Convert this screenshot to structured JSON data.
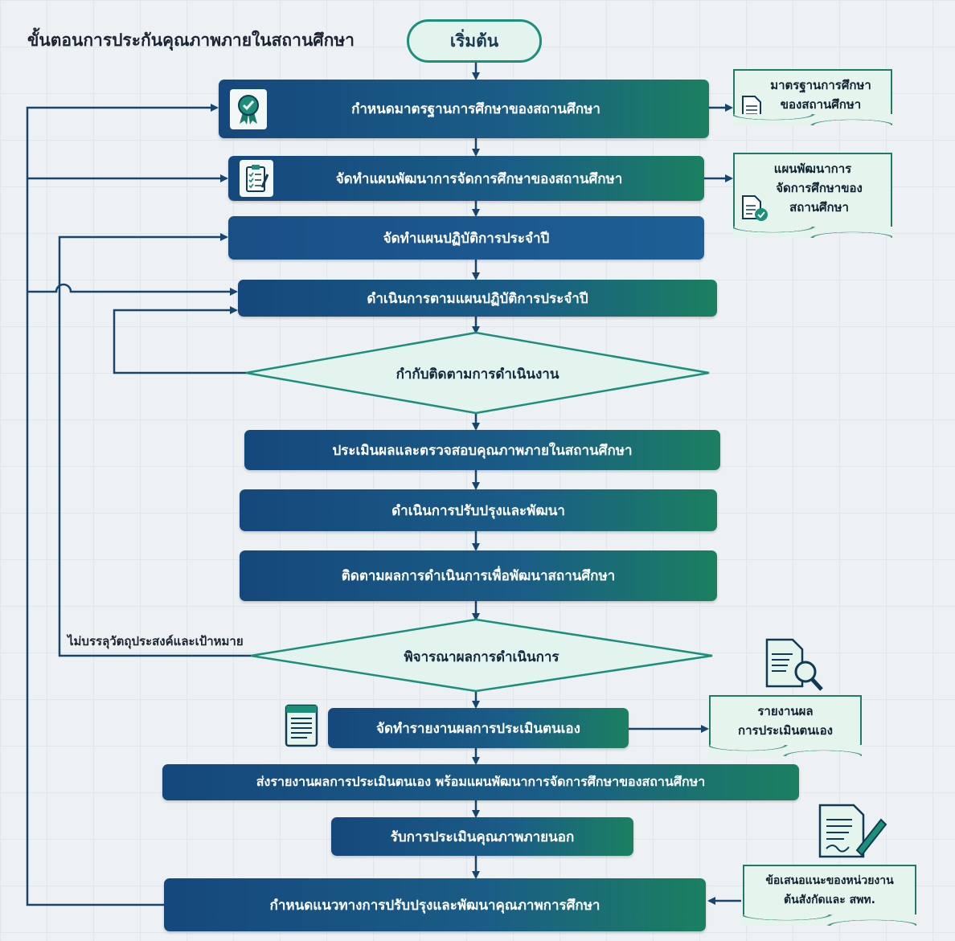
{
  "title": "ขั้นตอนการประกันคุณภาพภายในสถานศึกษา",
  "start": "เริ่มต้น",
  "steps": [
    "กำหนดมาตรฐานการศึกษาของสถานศึกษา",
    "จัดทำแผนพัฒนาการจัดการศึกษาของสถานศึกษา",
    "จัดทำแผนปฏิบัติการประจำปี",
    "ดำเนินการตามแผนปฏิบัติการประจำปี",
    "ประเมินผลและตรวจสอบคุณภาพภายในสถานศึกษา",
    "ดำเนินการปรับปรุงและพัฒนา",
    "ติดตามผลการดำเนินการเพื่อพัฒนาสถานศึกษา",
    "จัดทำรายงานผลการประเมินตนเอง",
    "ส่งรายงานผลการประเมินตนเอง พร้อมแผนพัฒนาการจัดการศึกษาของสถานศึกษา",
    "รับการประเมินคุณภาพภายนอก",
    "กำหนดแนวทางการปรับปรุงและพัฒนาคุณภาพการศึกษา"
  ],
  "decisions": [
    "กำกับติดตามการดำเนินงาน",
    "พิจารณาผลการดำเนินการ"
  ],
  "loop_label": "ไม่บรรลุวัตถุประสงค์และเป้าหมาย",
  "documents": [
    [
      "มาตรฐานการศึกษา",
      "ของสถานศึกษา"
    ],
    [
      "แผนพัฒนาการ",
      "จัดการศึกษาของ",
      "สถานศึกษา"
    ],
    [
      "รายงานผล",
      "การประเมินตนเอง"
    ],
    [
      "ข้อเสนอแนะของหน่วยงาน",
      "ต้นสังกัดและ สพท."
    ]
  ],
  "icons": [
    "award-badge-icon",
    "clipboard-checklist-icon",
    "document-search-icon",
    "report-document-icon",
    "signed-document-icon",
    "document-lines-icon",
    "document-check-icon"
  ],
  "colors": {
    "primary": "#15487c",
    "accent": "#1b8060",
    "line": "#17456e",
    "doc_fill": "#e6f4ee"
  }
}
